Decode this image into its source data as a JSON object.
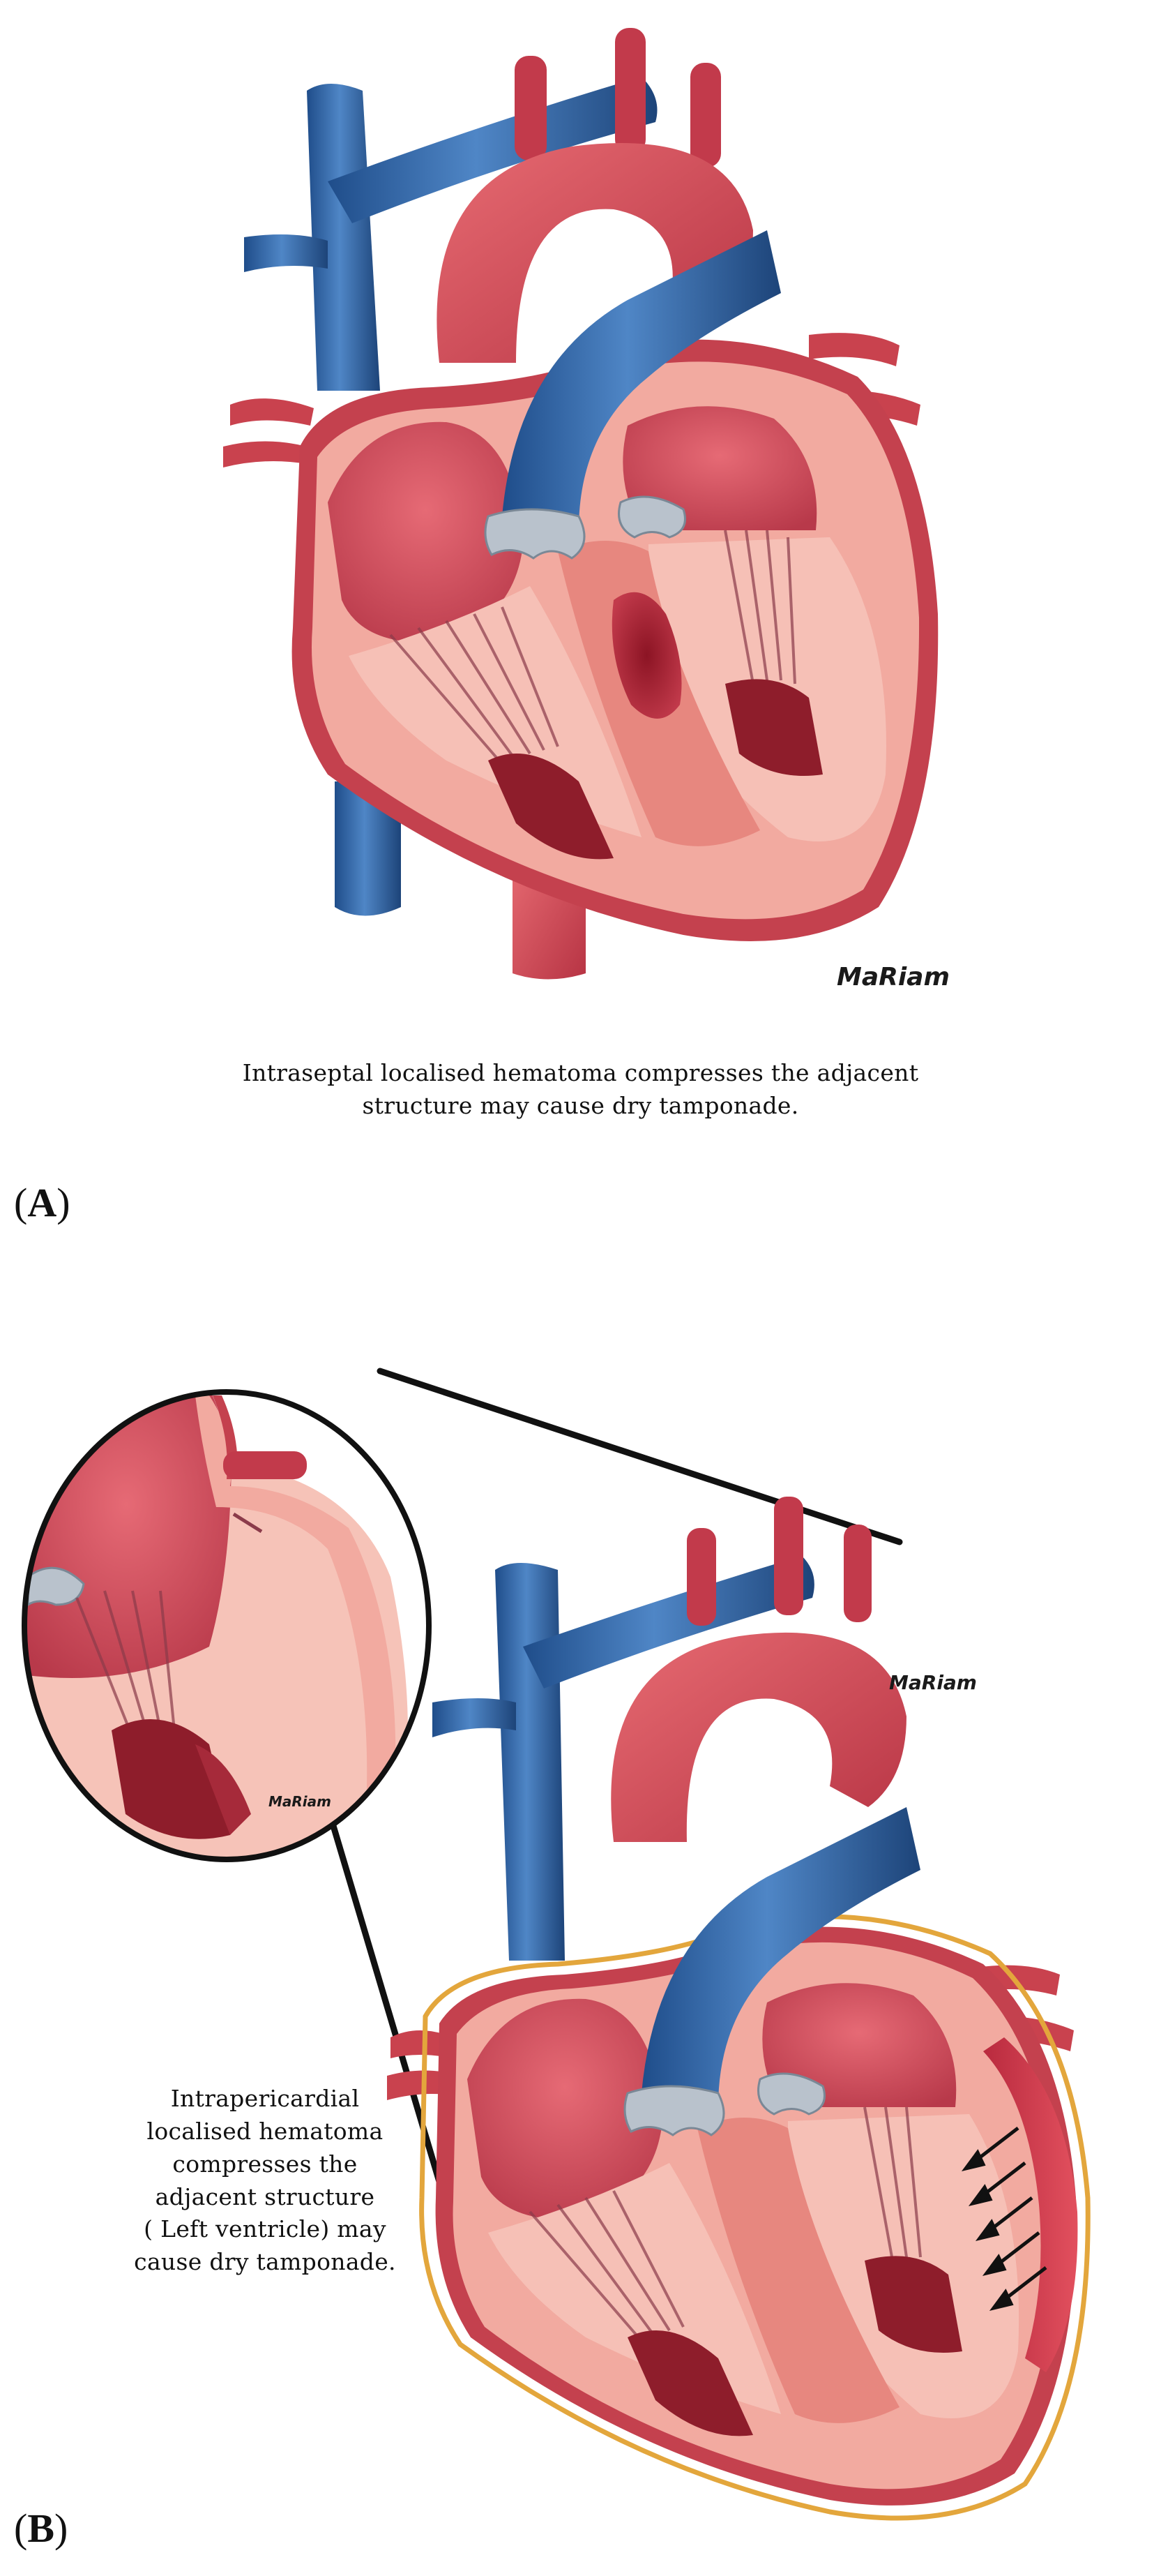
{
  "panel_a": {
    "label_open": "(",
    "label_letter": "A",
    "label_close": ")",
    "caption_lines": [
      "Intraseptal localised hematoma compresses the adjacent",
      "structure may cause dry tamponade."
    ],
    "signature": "MaRiam"
  },
  "panel_b": {
    "label_open": "(",
    "label_letter": "B",
    "label_close": ")",
    "caption_lines": [
      "Intrapericardial",
      "localised hematoma",
      "compresses the",
      "adjacent structure",
      "( Left ventricle) may",
      "cause dry tamponade."
    ],
    "signature": "MaRiam",
    "inset_signature": "MaRiam"
  },
  "colors": {
    "vein_blue": "#2f5f9e",
    "heart_red": "#d9535f",
    "muscle_pink": "#f2a9a0",
    "chamber": "#d0485a",
    "dark_red": "#8e1d2b",
    "valve_gray": "#b9c2cc"
  }
}
